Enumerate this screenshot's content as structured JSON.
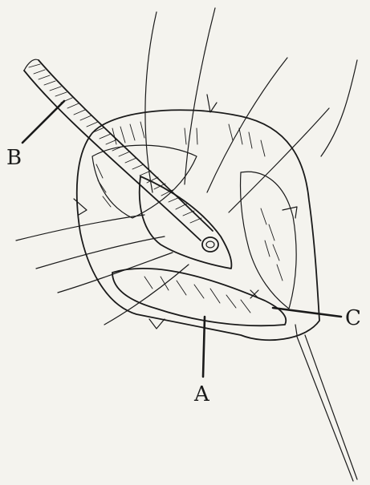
{
  "figure": {
    "labels": {
      "a": "A",
      "b": "B",
      "c": "C"
    },
    "colors": {
      "paper": "#f4f3ee",
      "ink": "#1a1a1a"
    }
  }
}
